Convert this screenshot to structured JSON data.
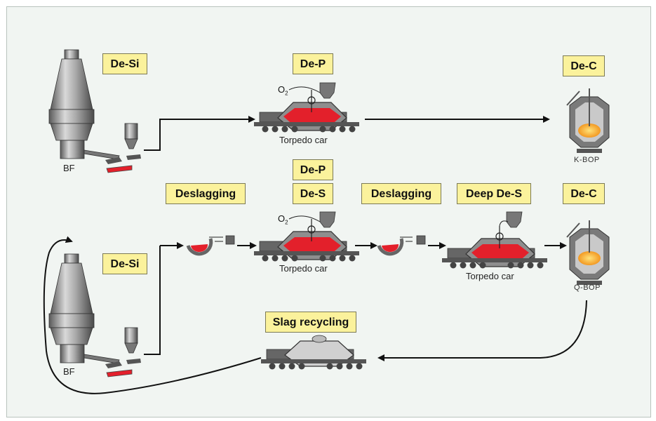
{
  "colors": {
    "steel": "#8e8e8e",
    "hot_metal": "#e3202b",
    "flame": "#f4a020",
    "tag_fill": "#fbf29c",
    "arrow": "#111111"
  },
  "tags": {
    "de_si_top": "De-Si",
    "de_p_top": "De-P",
    "de_c_top": "De-C",
    "de_p_mid": "De-P",
    "de_s_mid": "De-S",
    "deslagging_1": "Deslagging",
    "deslagging_2": "Deslagging",
    "deep_de_s": "Deep De-S",
    "de_c_mid": "De-C",
    "de_si_bottom": "De-Si",
    "slag_recycling": "Slag recycling"
  },
  "captions": {
    "bf_top": "BF",
    "bf_bottom": "BF",
    "torpedo_top": "Torpedo car",
    "torpedo_mid": "Torpedo car",
    "torpedo_deep": "Torpedo car",
    "k_bop": "K-BOP",
    "q_bop": "Q-BOP",
    "o2_main": "O",
    "o2_sub": "2"
  }
}
